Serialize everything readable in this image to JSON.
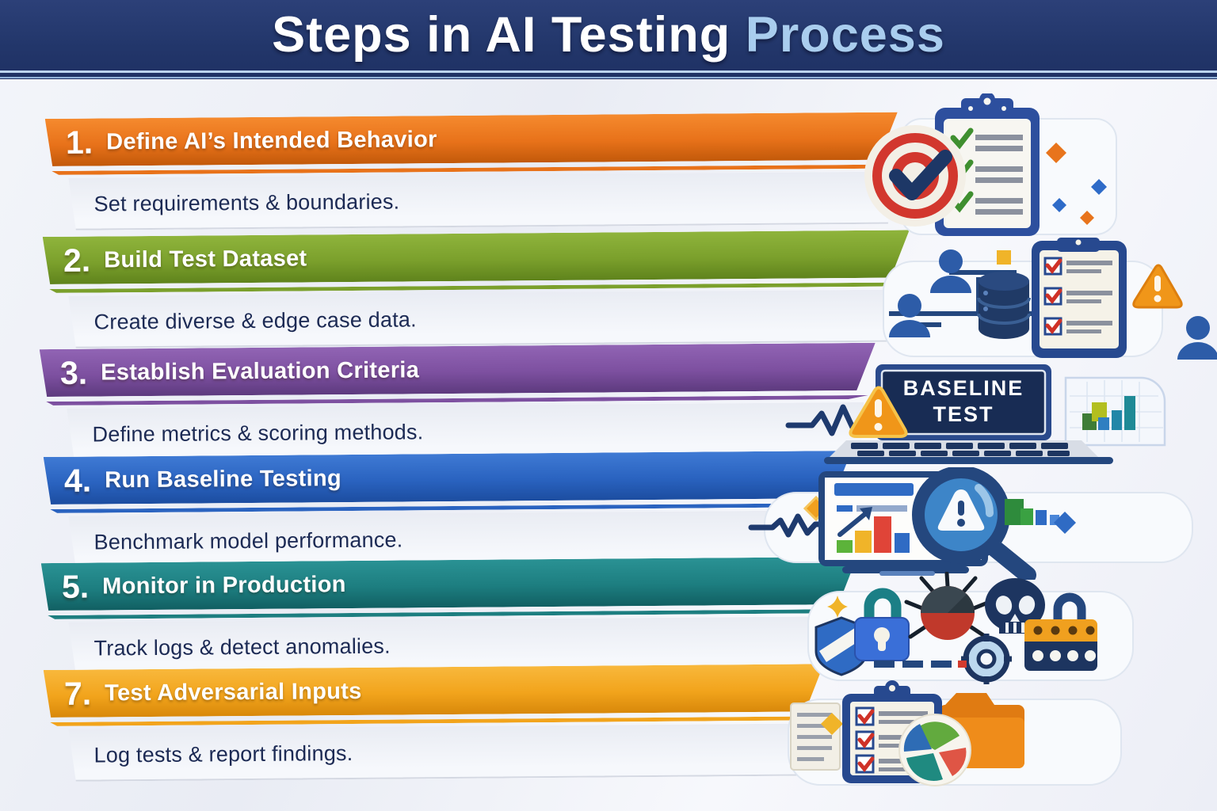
{
  "header": {
    "title_main": "Steps in AI Testing",
    "title_accent": "Process",
    "bg_color": "#22366a",
    "accent_text_color": "#a9cdee"
  },
  "steps": [
    {
      "number": "1.",
      "title": "Define AI’s Intended Behavior",
      "subtitle": "Set requirements & boundaries.",
      "accent_color": "#e8721a",
      "icons": [
        "target-check-icon",
        "clipboard-icon",
        "sparkle-diamonds-icon"
      ]
    },
    {
      "number": "2.",
      "title": "Build Test Dataset",
      "subtitle": "Create diverse & edge case data.",
      "accent_color": "#7ba02c",
      "icons": [
        "users-network-icon",
        "database-icon",
        "checklist-clipboard-icon",
        "warning-triangle-icon",
        "user-icon"
      ]
    },
    {
      "number": "3.",
      "title": "Establish Evaluation Criteria",
      "subtitle": "Define metrics & scoring methods.",
      "accent_color": "#7d50a0",
      "laptop_label_line1": "BASELINE",
      "laptop_label_line2": "TEST",
      "icons": [
        "pulse-line-icon",
        "warning-triangle-icon",
        "laptop-icon",
        "bar-chart-icon"
      ]
    },
    {
      "number": "4.",
      "title": "Run Baseline Testing",
      "subtitle": "Benchmark model performance.",
      "accent_color": "#2a63c0",
      "icons": [
        "pulse-line-icon",
        "sparkle-diamond-icon",
        "dashboard-monitor-icon",
        "magnifier-alert-icon",
        "mini-bars-icon",
        "diamond-icon"
      ]
    },
    {
      "number": "5.",
      "title": "Monitor in Production",
      "subtitle": "Track logs & detect anomalies.",
      "accent_color": "#1d7e80",
      "icons": [
        "sparkle-icon",
        "shield-icon",
        "padlock-icon",
        "bug-icon",
        "skull-icon",
        "password-box-icon",
        "crosshair-icon"
      ]
    },
    {
      "number": "7.",
      "title": "Test Adversarial Inputs",
      "subtitle": "Log tests & report findings.",
      "accent_color": "#f2a41c",
      "icons": [
        "document-icon",
        "sparkle-diamond-icon",
        "checklist-clipboard-icon",
        "folder-icon",
        "pie-chart-icon"
      ]
    }
  ]
}
